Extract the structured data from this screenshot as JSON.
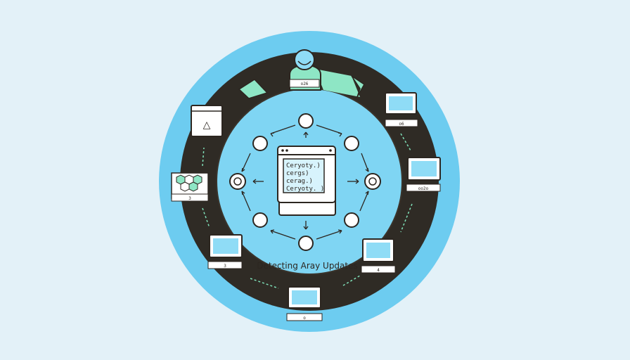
{
  "diagram": {
    "code_lines": [
      "Ceryoty.)",
      "cergs)",
      "cerag.)",
      "Ceryoty. )"
    ],
    "ring_label": "Detecting Aray Updates",
    "user_badge": "o26",
    "devices": {
      "top_right": "o6",
      "right": "oo2o",
      "lower_right": "4",
      "bottom": "o",
      "lower_left": "3",
      "left_hex": "3"
    },
    "document_symbol": "△"
  },
  "colors": {
    "background": "#e3f1f8",
    "outer_disc": "#6dccf0",
    "ring": "#2f2b25",
    "inner_disc": "#7fd5f3",
    "accent_green": "#8ee6c5",
    "screen_blue": "#8fdcf6",
    "line": "#2c2620"
  }
}
